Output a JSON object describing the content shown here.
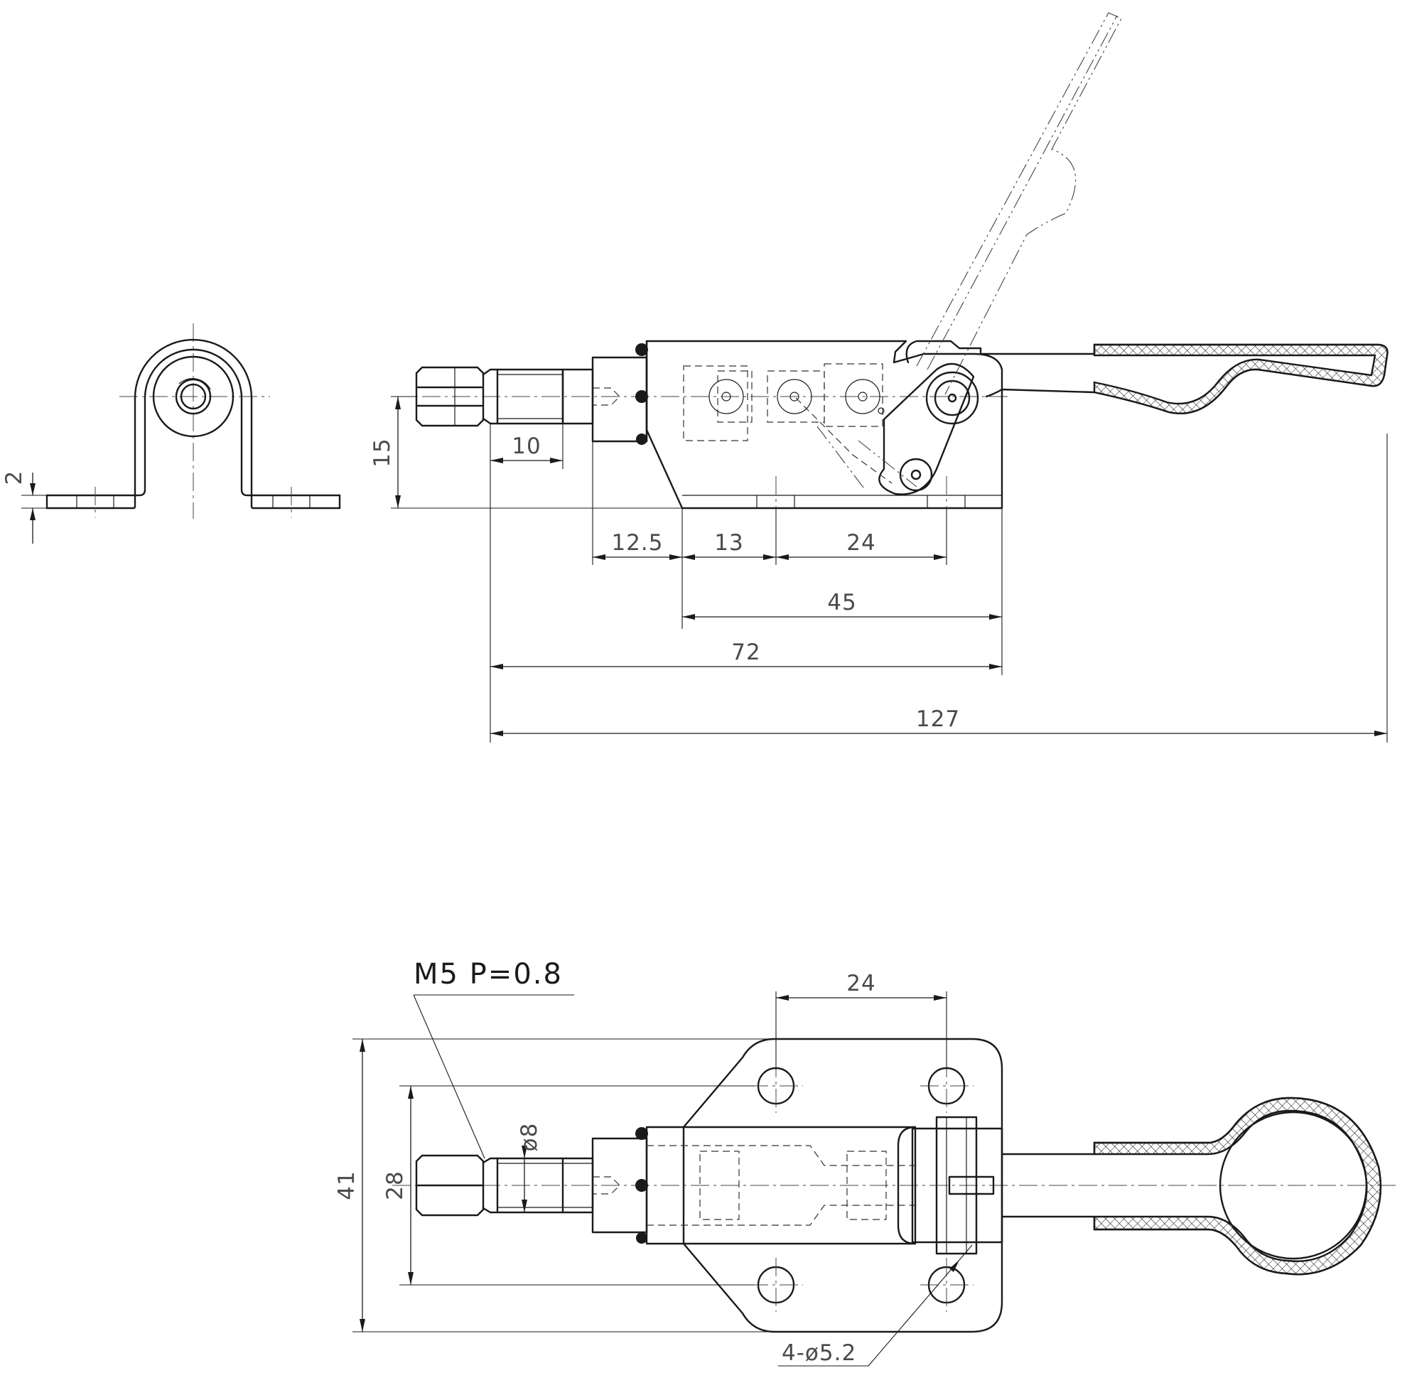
{
  "drawing": {
    "side_view": {
      "dim_height": "15",
      "dim_thickness": "2",
      "dim_thread": "10",
      "dim_a": "12.5",
      "dim_b": "13",
      "dim_c": "24",
      "dim_base": "45",
      "dim_body": "72",
      "dim_overall": "127"
    },
    "top_view": {
      "thread_note": "M5  P=0.8",
      "dim_spindle_dia": "ø8",
      "dim_hole_pitch": "24",
      "dim_width": "41",
      "dim_hole_span": "28",
      "hole_note": "4-ø5.2"
    }
  }
}
